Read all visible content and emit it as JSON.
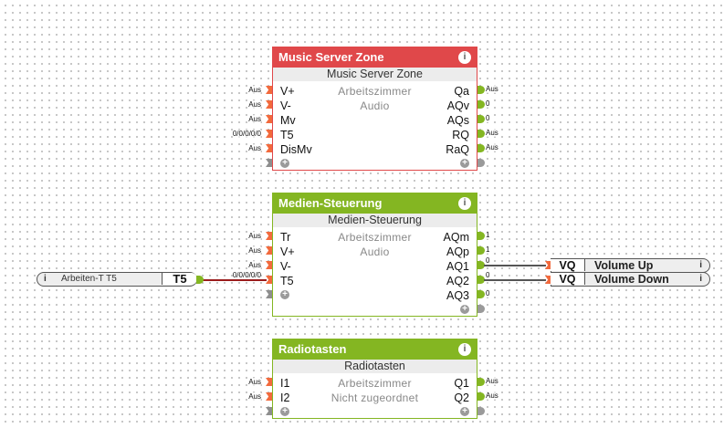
{
  "blocks": [
    {
      "title": "Music Server Zone",
      "subtitle": "Music Server Zone",
      "description": [
        "Arbeitszimmer",
        "Audio"
      ],
      "theme_color": "#e0484a",
      "inputs": [
        {
          "label": "V+",
          "value": "Aus"
        },
        {
          "label": "V-",
          "value": "Aus"
        },
        {
          "label": "Mv",
          "value": "Aus"
        },
        {
          "label": "T5",
          "value": "0/0/0/0/0"
        },
        {
          "label": "DisMv",
          "value": "Aus"
        }
      ],
      "outputs": [
        {
          "label": "Qa",
          "value": "Aus"
        },
        {
          "label": "AQv",
          "value": "0"
        },
        {
          "label": "AQs",
          "value": "0"
        },
        {
          "label": "RQ",
          "value": "Aus"
        },
        {
          "label": "RaQ",
          "value": "Aus"
        }
      ]
    },
    {
      "title": "Medien-Steuerung",
      "subtitle": "Medien-Steuerung",
      "description": [
        "Arbeitszimmer",
        "Audio"
      ],
      "theme_color": "#84b622",
      "inputs": [
        {
          "label": "Tr",
          "value": "Aus"
        },
        {
          "label": "V+",
          "value": "Aus"
        },
        {
          "label": "V-",
          "value": "Aus"
        },
        {
          "label": "T5",
          "value": "0/0/0/0/0"
        }
      ],
      "outputs": [
        {
          "label": "AQm",
          "value": "1"
        },
        {
          "label": "AQp",
          "value": "1"
        },
        {
          "label": "AQ1",
          "value": "0"
        },
        {
          "label": "AQ2",
          "value": "0"
        },
        {
          "label": "AQ3",
          "value": "0"
        }
      ]
    },
    {
      "title": "Radiotasten",
      "subtitle": "Radiotasten",
      "description": [
        "Arbeitszimmer",
        "Nicht zugeordnet"
      ],
      "theme_color": "#84b622",
      "inputs": [
        {
          "label": "I1",
          "value": "Aus"
        },
        {
          "label": "I2",
          "value": "Aus"
        }
      ],
      "outputs": [
        {
          "label": "Q1",
          "value": "Aus"
        },
        {
          "label": "Q2",
          "value": "Aus"
        }
      ]
    }
  ],
  "input_reference": {
    "name": "Arbeiten-T T5",
    "code": "T5",
    "info_icon": "info-icon"
  },
  "output_references": [
    {
      "code": "VQ",
      "name": "Volume Up",
      "info_icon": "info-icon"
    },
    {
      "code": "VQ",
      "name": "Volume Down",
      "info_icon": "info-icon"
    }
  ],
  "icons": {
    "info": "i",
    "add": "+"
  }
}
